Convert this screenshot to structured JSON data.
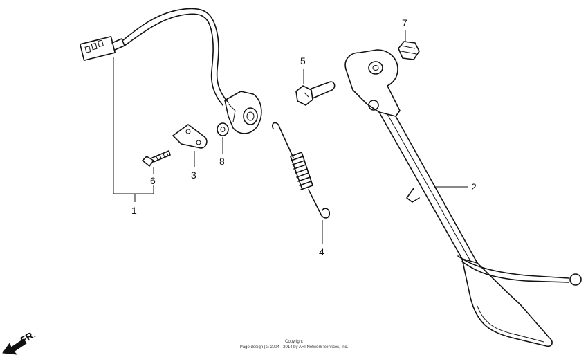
{
  "callouts": {
    "c1": "1",
    "c2": "2",
    "c3": "3",
    "c4": "4",
    "c5": "5",
    "c6": "6",
    "c7": "7",
    "c8": "8"
  },
  "orientation_label": "FR.",
  "footer": {
    "line1": "Copyright",
    "line2": "Page design (c) 2004 - 2014 by ARI Network Services, Inc."
  },
  "icons": {
    "orientation": "front-direction-arrow-icon"
  }
}
